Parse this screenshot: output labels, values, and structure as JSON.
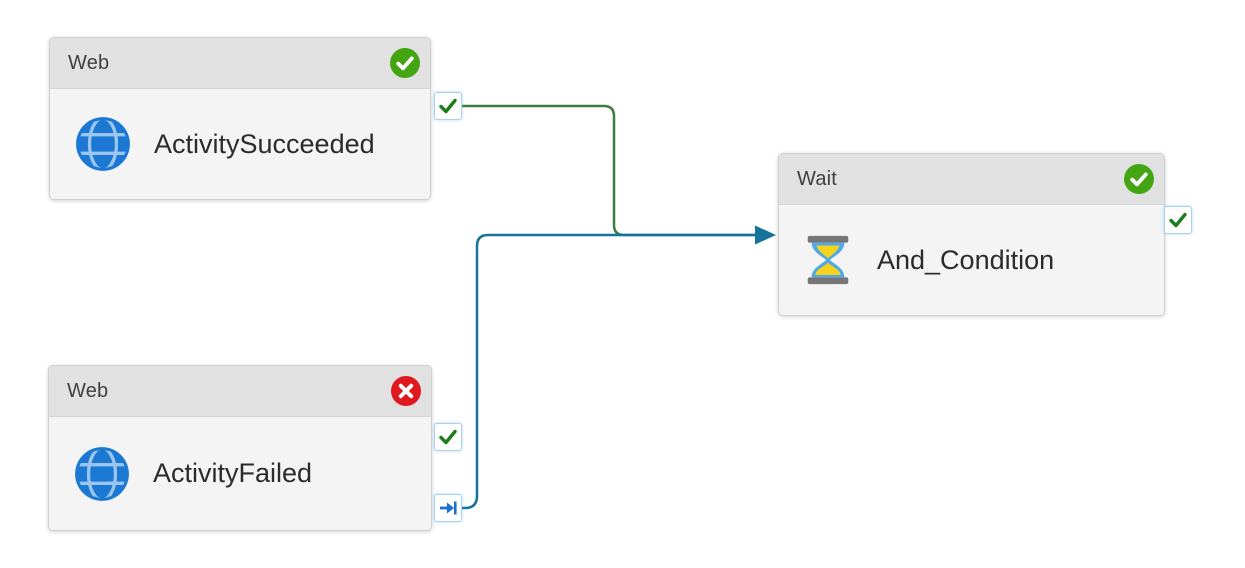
{
  "diagram": {
    "kind": "pipeline-activity-canvas",
    "nodes": [
      {
        "type_label": "Web",
        "name": "ActivitySucceeded",
        "status": "succeeded",
        "status_icon": "check-badge",
        "activity_icon": "globe-icon",
        "ports": [
          {
            "kind": "success",
            "icon": "check-icon"
          }
        ]
      },
      {
        "type_label": "Web",
        "name": "ActivityFailed",
        "status": "failed",
        "status_icon": "cross-badge",
        "activity_icon": "globe-icon",
        "ports": [
          {
            "kind": "success",
            "icon": "check-icon"
          },
          {
            "kind": "completion",
            "icon": "arrow-to-bar-icon"
          }
        ]
      },
      {
        "type_label": "Wait",
        "name": "And_Condition",
        "status": "succeeded",
        "status_icon": "check-badge",
        "activity_icon": "hourglass-icon",
        "ports": [
          {
            "kind": "success",
            "icon": "check-icon"
          }
        ]
      }
    ],
    "connectors": [
      {
        "from_node": "ActivitySucceeded",
        "from_port": "success",
        "to_node": "And_Condition",
        "color": "#3e7e3e"
      },
      {
        "from_node": "ActivityFailed",
        "from_port": "completion",
        "to_node": "And_Condition",
        "color": "#15739b"
      }
    ]
  },
  "colors": {
    "canvas_bg": "#ffffff",
    "node_header_bg": "#e1e1e1",
    "node_body_bg": "#f4f4f4",
    "node_border": "#d0d0d0",
    "type_label_text": "#3f3f3f",
    "name_text": "#2b2b2b",
    "badge_success": "#44a513",
    "badge_failure": "#e0191f",
    "badge_glyph": "#ffffff",
    "port_border": "#a9d2f1",
    "port_bg": "#ffffff",
    "port_check": "#1d7d1d",
    "port_arrow": "#1a6fd4",
    "success_connector": "#3e7e3e",
    "completion_connector": "#15739b",
    "globe_fill": "#1b79d3",
    "globe_lines": "#9cc6f0",
    "hourglass_frame": "#757575",
    "hourglass_glass": "#4fa8e8",
    "hourglass_sand": "#f6d21c"
  }
}
